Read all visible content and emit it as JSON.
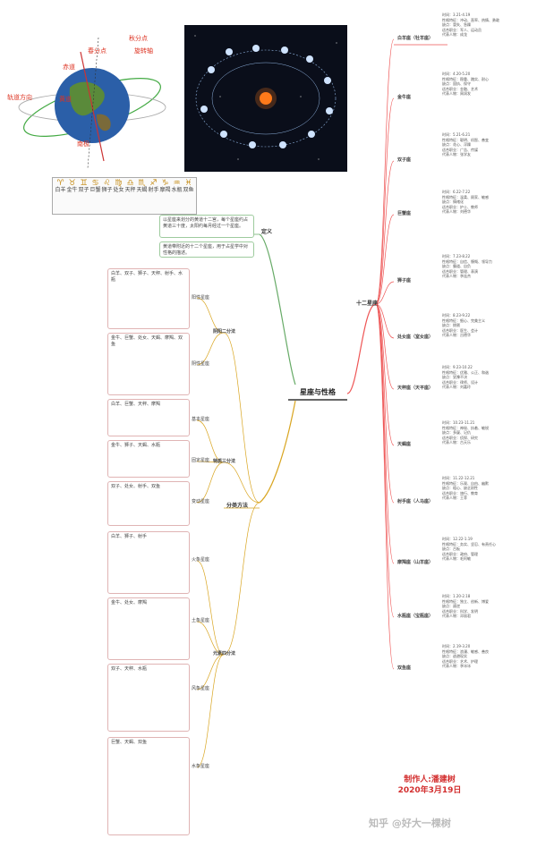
{
  "center": "星座与性格",
  "branches": {
    "definition": "定义",
    "twelve": "十二星座",
    "classify": "分类方法"
  },
  "earth_labels": {
    "spring_equinox": "春分点",
    "autumn_equinox": "秋分点",
    "rotation_axis": "旋转轴",
    "equator": "赤道",
    "ecliptic": "黄道",
    "orbit_direction": "轨道方向",
    "south_pole": "南极"
  },
  "zodiac_strip": [
    {
      "glyph": "♈",
      "name": "白羊"
    },
    {
      "glyph": "♉",
      "name": "金牛"
    },
    {
      "glyph": "♊",
      "name": "双子"
    },
    {
      "glyph": "♋",
      "name": "巨蟹"
    },
    {
      "glyph": "♌",
      "name": "狮子"
    },
    {
      "glyph": "♍",
      "name": "处女"
    },
    {
      "glyph": "♎",
      "name": "天秤"
    },
    {
      "glyph": "♏",
      "name": "天蝎"
    },
    {
      "glyph": "♐",
      "name": "射手"
    },
    {
      "glyph": "♑",
      "name": "摩羯"
    },
    {
      "glyph": "♒",
      "name": "水瓶"
    },
    {
      "glyph": "♓",
      "name": "双鱼"
    }
  ],
  "definition_notes": [
    "以星座来划分的黄道十二宫，每个星座约占黄道三十度，太阳约每月经过一个星座。",
    "黄道带附近的十二个星座，用于占星学中对性格的描述。"
  ],
  "signs": [
    {
      "name": "白羊座（牡羊座）",
      "time": "时间：3.21-4.19",
      "traits": "性格特征：冲动、直率、热情、勇敢",
      "flaw": "缺点：冒失、急躁",
      "job": "适合职业：军人、运动员",
      "people": "代表人物：成龙"
    },
    {
      "name": "金牛座",
      "time": "时间：4.20-5.20",
      "traits": "性格特征：稳重、踏实、耐心",
      "flaw": "缺点：固执、保守",
      "job": "适合职业：金融、艺术",
      "people": "代表人物：周润发"
    },
    {
      "name": "双子座",
      "time": "时间：5.21-6.21",
      "traits": "性格特征：聪明、机智、善变",
      "flaw": "缺点：花心、浮躁",
      "job": "适合职业：广告、传媒",
      "people": "代表人物：张学友"
    },
    {
      "name": "巨蟹座",
      "time": "时间：6.22-7.22",
      "traits": "性格特征：温柔、顾家、敏感",
      "flaw": "缺点：情绪化",
      "job": "适合职业：护士、教师",
      "people": "代表人物：刘德华"
    },
    {
      "name": "狮子座",
      "time": "时间：7.23-8.22",
      "traits": "性格特征：自信、慷慨、领导力",
      "flaw": "缺点：霸道、自负",
      "job": "适合职业：管理、表演",
      "people": "代表人物：李连杰"
    },
    {
      "name": "处女座（室女座）",
      "time": "时间：8.23-9.22",
      "traits": "性格特征：细心、完美主义",
      "flaw": "缺点：挑剔",
      "job": "适合职业：医生、会计",
      "people": "代表人物：吕德华"
    },
    {
      "name": "天秤座（天平座）",
      "time": "时间：9.23-10.22",
      "traits": "性格特征：优雅、公正、和谐",
      "flaw": "缺点：犹豫不决",
      "job": "适合职业：律师、设计",
      "people": "代表人物：刘嘉玲"
    },
    {
      "name": "天蝎座",
      "time": "时间：10.23-11.21",
      "traits": "性格特征：神秘、执着、敏锐",
      "flaw": "缺点：多疑、记仇",
      "job": "适合职业：侦探、研究",
      "people": "代表人物：古天乐"
    },
    {
      "name": "射手座（人马座）",
      "time": "时间：11.22-12.21",
      "traits": "性格特征：乐观、自由、幽默",
      "flaw": "缺点：粗心、缺乏耐性",
      "job": "适合职业：旅行、教育",
      "people": "代表人物：王菲"
    },
    {
      "name": "摩羯座（山羊座）",
      "time": "时间：12.22-1.19",
      "traits": "性格特征：务实、坚忍、有责任心",
      "flaw": "缺点：古板",
      "job": "适合职业：政府、管理",
      "people": "代表人物：毛阿敏"
    },
    {
      "name": "水瓶座（宝瓶座）",
      "time": "时间：1.20-2.18",
      "traits": "性格特征：独立、创新、博爱",
      "flaw": "缺点：叛逆",
      "job": "适合职业：科学、发明",
      "people": "代表人物：邓丽君"
    },
    {
      "name": "双鱼座",
      "time": "时间：2.19-3.20",
      "traits": "性格特征：浪漫、敏感、善良",
      "flaw": "缺点：逃避现实",
      "job": "适合职业：艺术、护理",
      "people": "代表人物：李冰冰"
    }
  ],
  "classify_groups": [
    {
      "name": "阳性星座",
      "note": "白羊、双子、狮子、天秤、射手、水瓶"
    },
    {
      "name": "阴性星座",
      "note": "金牛、巨蟹、处女、天蝎、摩羯、双鱼"
    },
    {
      "name": "阴阳二分法",
      "note": ""
    },
    {
      "name": "基本星座",
      "note": "白羊、巨蟹、天秤、摩羯"
    },
    {
      "name": "固定星座",
      "note": "金牛、狮子、天蝎、水瓶"
    },
    {
      "name": "变动星座",
      "note": "双子、处女、射手、双鱼"
    },
    {
      "name": "特质三分法",
      "note": ""
    },
    {
      "name": "火象星座",
      "note": "白羊、狮子、射手"
    },
    {
      "name": "土象星座",
      "note": "金牛、处女、摩羯"
    },
    {
      "name": "风象星座",
      "note": "双子、天秤、水瓶"
    },
    {
      "name": "水象星座",
      "note": "巨蟹、天蝎、双鱼"
    },
    {
      "name": "元素四分法",
      "note": ""
    }
  ],
  "credit": {
    "author": "制作人:潘建树",
    "date": "2020年3月19日"
  },
  "watermark": "知乎 @好大一棵树"
}
